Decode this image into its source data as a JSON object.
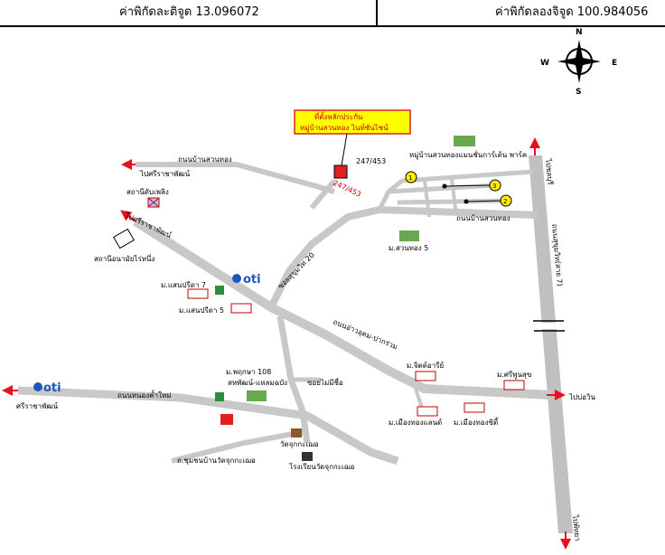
{
  "header": {
    "lat": "ค่าพิกัดละติจูด 13.096072",
    "lon": "ค่าพิกัดลองจิจูด 100.984056"
  },
  "compass": {
    "n": "N",
    "s": "S",
    "e": "E",
    "w": "W"
  },
  "callout": {
    "line1": "ที่ตั้งหลักประกัน",
    "line2": "หมู่บ้านสวนทอง ไนท์ซันไชน์"
  },
  "subject_number": "247/453",
  "subject_tag": "247/453",
  "labels": {
    "road_suan_thong_top": "ถนนบ้านสวนทอง",
    "to_sriracha_1": "ไปศรีราชาพัฒน์",
    "fire_station": "สถานีดับเพลิง",
    "to_sriracha_2": "ไปศรีราชาพัฒน์",
    "water_station": "สถานีอนามัยไร่หนึ่ง",
    "village_garden": "หมู่บ้านสวนทองแมนชั่นการ์เด้น พาร์ค",
    "road_suan_thong_right": "ถนนบ้านสวนทอง",
    "ban_suan_thong_5": "ม.สวนทอง 5",
    "soi_sukhumvit": "ซอยสุขุมวิท 20",
    "sanprida7": "ม.แสนปรีดา 7",
    "sanprida5": "ม.แสนปรีดา 5",
    "sukhumvit_road": "ถนนสุขุมวิท(สาย 7)",
    "road_diag": "ถนนอ่าวอุดม-ปากร่วม",
    "to_chonburi": "ไปชลบุรี",
    "to_pattaya": "ไปพัทยา",
    "to_bowin": "ไปบ่อวิน",
    "sisuk": "ม.ศรีพูนสุข",
    "chit": "ม.จิตต์อารีย์",
    "prueksa": "ม.พฤกษา 108",
    "sahaphat": "สหพัฒน์-แหลมฉบัง",
    "soi_mai": "ซอยไม่มีชื่อ",
    "road_nong_kham": "ถนนหนองค้ำใหม่",
    "to_sriracha_3": "ศรีราชาพัฒน์",
    "temple": "วัดจุกกะเฌอ",
    "school": "โรงเรียนวัดจุกกะเฌอ",
    "road_chumchon": "ถ.ชุมชนบ้านวัดจุกกะเฌอ",
    "muang_land": "ม.เมืองทองแลนด์",
    "muang_city": "ม.เมืองทองซิตี้",
    "n1": "1",
    "n2": "2",
    "n3": "3"
  },
  "colors": {
    "road": "#c8c8c8",
    "road_major": "#c0c0c0",
    "arrow": "#e8101e",
    "callout_bg": "#ffff00",
    "callout_border": "#e02020",
    "label_red": "#c00000",
    "station_blue": "#1c58b8",
    "marker_yellow": "#ffee00"
  }
}
